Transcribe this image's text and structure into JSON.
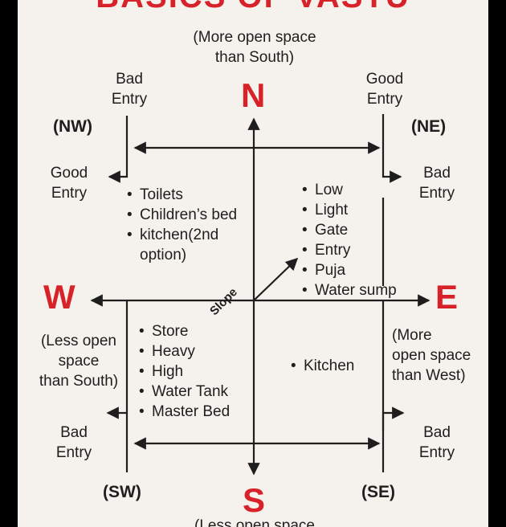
{
  "title": "BASICS OF VASTU",
  "north": {
    "letter": "N",
    "note_line1": "(More open space",
    "note_line2": "than South)"
  },
  "south": {
    "letter": "S",
    "note_line1": "(Less open space"
  },
  "west": {
    "letter": "W",
    "note_line1": "(Less open",
    "note_line2": "space",
    "note_line3": "than South)"
  },
  "east": {
    "letter": "E",
    "note_line1": "(More",
    "note_line2": "open space",
    "note_line3": "than West)"
  },
  "corners": {
    "nw": "(NW)",
    "ne": "(NE)",
    "sw": "(SW)",
    "se": "(SE)"
  },
  "entries": {
    "nw_top_line1": "Bad",
    "nw_top_line2": "Entry",
    "nw_side_line1": "Good",
    "nw_side_line2": "Entry",
    "ne_top_line1": "Good",
    "ne_top_line2": "Entry",
    "ne_side_line1": "Bad",
    "ne_side_line2": "Entry",
    "sw_side_line1": "Bad",
    "sw_side_line2": "Entry",
    "se_side_line1": "Bad",
    "se_side_line2": "Entry"
  },
  "slope_label": "Slope",
  "quadrants": {
    "northwest": [
      "Toilets",
      "Children’s bed",
      "kitchen(2nd option)"
    ],
    "northeast": [
      "Low",
      "Light",
      "Gate",
      "Entry",
      "Puja",
      "Water sump"
    ],
    "southwest": [
      "Store",
      "Heavy",
      "High",
      "Water Tank",
      "Master Bed"
    ],
    "southeast": [
      "Kitchen"
    ]
  },
  "colors": {
    "accent": "#d8222a",
    "text": "#1e1e1e",
    "background": "#f5f1ec"
  }
}
